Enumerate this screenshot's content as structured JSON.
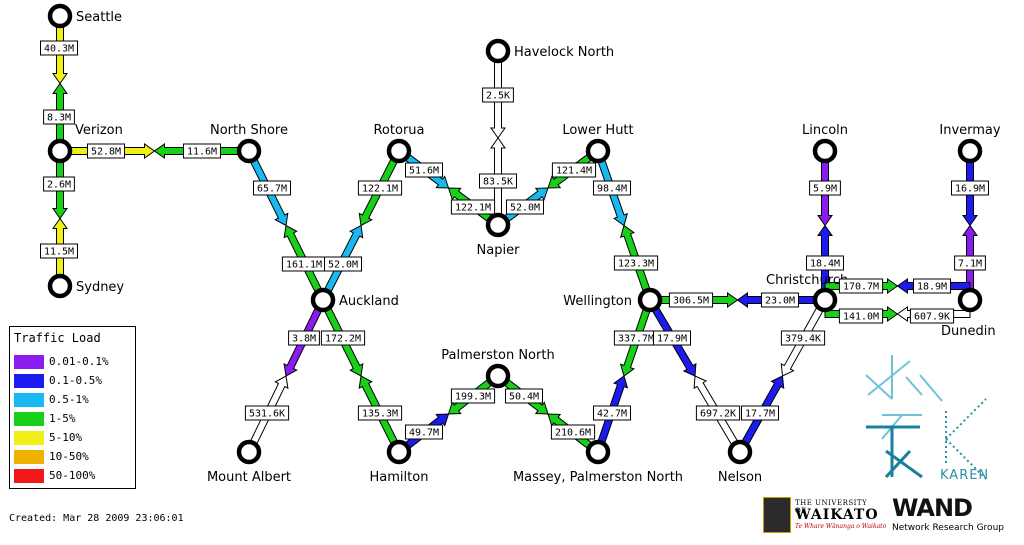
{
  "colors": {
    "purple": "#8a1cf0",
    "blue": "#1c1cf0",
    "cyan": "#18b8f0",
    "green": "#18d018",
    "yellow": "#f0f018",
    "orange": "#f0b000",
    "red": "#f01818",
    "white": "#ffffff"
  },
  "nodes": {
    "seattle": {
      "label": "Seattle"
    },
    "verizon": {
      "label": "Verizon"
    },
    "sydney": {
      "label": "Sydney"
    },
    "northshore": {
      "label": "North Shore"
    },
    "auckland": {
      "label": "Auckland"
    },
    "rotorua": {
      "label": "Rotorua"
    },
    "havelock": {
      "label": "Havelock North"
    },
    "napier": {
      "label": "Napier"
    },
    "lowerhutt": {
      "label": "Lower Hutt"
    },
    "wellington": {
      "label": "Wellington"
    },
    "christchurch": {
      "label": "Christchurch"
    },
    "lincoln": {
      "label": "Lincoln"
    },
    "invermay": {
      "label": "Invermay"
    },
    "dunedin": {
      "label": "Dunedin"
    },
    "mountalbert": {
      "label": "Mount Albert"
    },
    "hamilton": {
      "label": "Hamilton"
    },
    "palmerston": {
      "label": "Palmerston North"
    },
    "massey": {
      "label": "Massey, Palmerston North"
    },
    "nelson": {
      "label": "Nelson"
    }
  },
  "links": [
    {
      "a": {
        "label": "40.3M",
        "color": "yellow"
      },
      "b": {
        "label": "8.3M",
        "color": "green"
      }
    },
    {
      "a": {
        "label": "2.6M",
        "color": "green"
      },
      "b": {
        "label": "11.5M",
        "color": "yellow"
      }
    },
    {
      "a": {
        "label": "52.8M",
        "color": "yellow"
      },
      "b": {
        "label": "11.6M",
        "color": "green"
      }
    },
    {
      "a": {
        "label": "65.7M",
        "color": "cyan"
      },
      "b": {
        "label": "161.1M",
        "color": "green"
      }
    },
    {
      "a": {
        "label": "122.1M",
        "color": "green"
      },
      "b": {
        "label": "52.0M",
        "color": "cyan"
      }
    },
    {
      "a": {
        "label": "51.6M",
        "color": "cyan"
      },
      "b": {
        "label": "122.1M",
        "color": "green"
      }
    },
    {
      "a": {
        "label": "2.5K",
        "color": "white"
      },
      "b": {
        "label": "83.5K",
        "color": "white"
      }
    },
    {
      "a": {
        "label": "121.4M",
        "color": "green"
      },
      "b": {
        "label": "52.0M",
        "color": "cyan"
      }
    },
    {
      "a": {
        "label": "98.4M",
        "color": "cyan"
      },
      "b": {
        "label": "123.3M",
        "color": "green"
      }
    },
    {
      "a": {
        "label": "306.5M",
        "color": "green"
      },
      "b": {
        "label": "23.0M",
        "color": "blue"
      }
    },
    {
      "a": {
        "label": "5.9M",
        "color": "purple"
      },
      "b": {
        "label": "18.4M",
        "color": "blue"
      }
    },
    {
      "a": {
        "label": "16.9M",
        "color": "blue"
      },
      "b": {
        "label": "7.1M",
        "color": "purple"
      }
    },
    {
      "a": {
        "label": "170.7M",
        "color": "green"
      },
      "b": {
        "label": "18.9M",
        "color": "blue"
      }
    },
    {
      "a": {
        "label": "141.0M",
        "color": "green"
      },
      "b": {
        "label": "607.9K",
        "color": "white"
      }
    },
    {
      "a": {
        "label": "3.8M",
        "color": "purple"
      },
      "b": {
        "label": "531.6K",
        "color": "white"
      }
    },
    {
      "a": {
        "label": "172.2M",
        "color": "green"
      },
      "b": {
        "label": "135.3M",
        "color": "green"
      }
    },
    {
      "a": {
        "label": "49.7M",
        "color": "blue"
      },
      "b": {
        "label": "199.3M",
        "color": "green"
      }
    },
    {
      "a": {
        "label": "50.4M",
        "color": "green"
      },
      "b": {
        "label": "210.6M",
        "color": "green"
      }
    },
    {
      "a": {
        "label": "337.7M",
        "color": "green"
      },
      "b": {
        "label": "42.7M",
        "color": "blue"
      }
    },
    {
      "a": {
        "label": "17.9M",
        "color": "blue"
      },
      "b": {
        "label": "697.2K",
        "color": "white"
      }
    },
    {
      "a": {
        "label": "379.4K",
        "color": "white"
      },
      "b": {
        "label": "17.7M",
        "color": "blue"
      }
    }
  ],
  "legend": {
    "title": "Traffic Load",
    "items": [
      {
        "label": "0.01-0.1%",
        "color": "#8a1cf0"
      },
      {
        "label": "0.1-0.5%",
        "color": "#1c1cf0"
      },
      {
        "label": "0.5-1%",
        "color": "#18b8f0"
      },
      {
        "label": "1-5%",
        "color": "#18d018"
      },
      {
        "label": "5-10%",
        "color": "#f0f018"
      },
      {
        "label": "10-50%",
        "color": "#f0b000"
      },
      {
        "label": "50-100%",
        "color": "#f01818"
      }
    ]
  },
  "created": "Created: Mar 28 2009 23:06:01",
  "logos": {
    "waikato_small": "THE UNIVERSITY OF",
    "waikato_name": "WAIKATO",
    "waikato_motto": "Te Whare Wānanga o Waikato",
    "wand_name": "WAND",
    "wand_sub": "Network Research Group",
    "karen_text": "KAREN"
  }
}
